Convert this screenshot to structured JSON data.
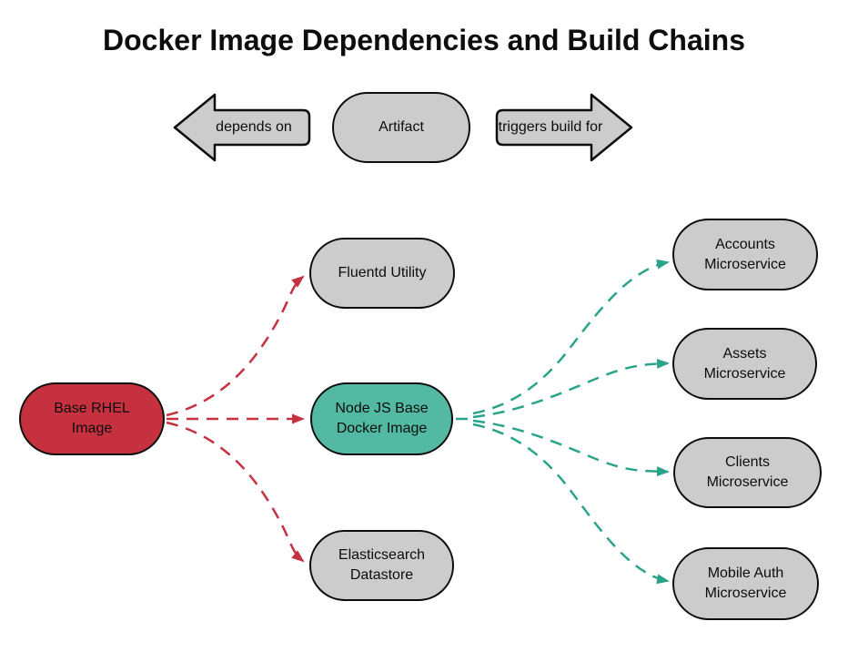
{
  "title": "Docker Image Dependencies and Build Chains",
  "colors": {
    "artifact_gray": "#cccccc",
    "base_image_red": "#c5313f",
    "intermediate_teal": "#53b9a2",
    "depends_edge_red": "#c5313f",
    "triggers_edge_teal": "#2aa38b",
    "outline_black": "#0d0d0d"
  },
  "legend": {
    "depends_on": "depends on",
    "artifact": "Artifact",
    "triggers_build_for": "triggers build for"
  },
  "nodes": [
    {
      "id": "base-rhel",
      "lines": [
        "Base RHEL",
        "Image"
      ],
      "color_key": "base_image_red"
    },
    {
      "id": "fluentd",
      "lines": [
        "Fluentd Utility"
      ],
      "color_key": "artifact_gray"
    },
    {
      "id": "nodejs",
      "lines": [
        "Node JS Base",
        "Docker Image"
      ],
      "color_key": "intermediate_teal"
    },
    {
      "id": "elasticsearch",
      "lines": [
        "Elasticsearch",
        "Datastore"
      ],
      "color_key": "artifact_gray"
    },
    {
      "id": "accounts",
      "lines": [
        "Accounts",
        "Microservice"
      ],
      "color_key": "artifact_gray"
    },
    {
      "id": "assets",
      "lines": [
        "Assets",
        "Microservice"
      ],
      "color_key": "artifact_gray"
    },
    {
      "id": "clients",
      "lines": [
        "Clients",
        "Microservice"
      ],
      "color_key": "artifact_gray"
    },
    {
      "id": "mobile-auth",
      "lines": [
        "Mobile Auth",
        "Microservice"
      ],
      "color_key": "artifact_gray"
    }
  ],
  "edges": [
    {
      "from": "base-rhel",
      "to": "fluentd",
      "relation": "triggers build for",
      "color_key": "depends_edge_red"
    },
    {
      "from": "base-rhel",
      "to": "nodejs",
      "relation": "triggers build for",
      "color_key": "depends_edge_red"
    },
    {
      "from": "base-rhel",
      "to": "elasticsearch",
      "relation": "triggers build for",
      "color_key": "depends_edge_red"
    },
    {
      "from": "nodejs",
      "to": "accounts",
      "relation": "triggers build for",
      "color_key": "triggers_edge_teal"
    },
    {
      "from": "nodejs",
      "to": "assets",
      "relation": "triggers build for",
      "color_key": "triggers_edge_teal"
    },
    {
      "from": "nodejs",
      "to": "clients",
      "relation": "triggers build for",
      "color_key": "triggers_edge_teal"
    },
    {
      "from": "nodejs",
      "to": "mobile-auth",
      "relation": "triggers build for",
      "color_key": "triggers_edge_teal"
    }
  ]
}
